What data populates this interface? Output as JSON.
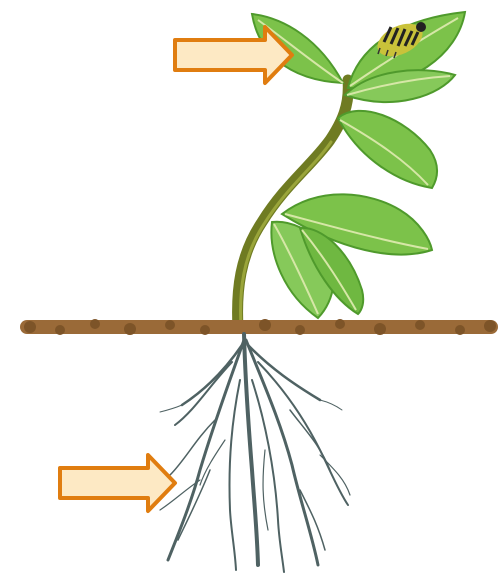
{
  "diagram": {
    "subject": "plant-with-roots",
    "pointers": [
      {
        "name": "leaf-pointer-arrow",
        "target": "leaf"
      },
      {
        "name": "root-pointer-arrow",
        "target": "roots"
      }
    ],
    "colors": {
      "leaf_fill": "#7cc24a",
      "leaf_dark": "#4f9a2c",
      "leaf_vein": "#d6e7a7",
      "stem": "#6f7b22",
      "soil": "#9a6a38",
      "soil_dark": "#7d5428",
      "root": "#4f6263",
      "arrow_fill": "#fde9c4",
      "arrow_stroke": "#e07d10",
      "caterpillar_body": "#c9c23a",
      "caterpillar_stripe": "#222222"
    }
  }
}
